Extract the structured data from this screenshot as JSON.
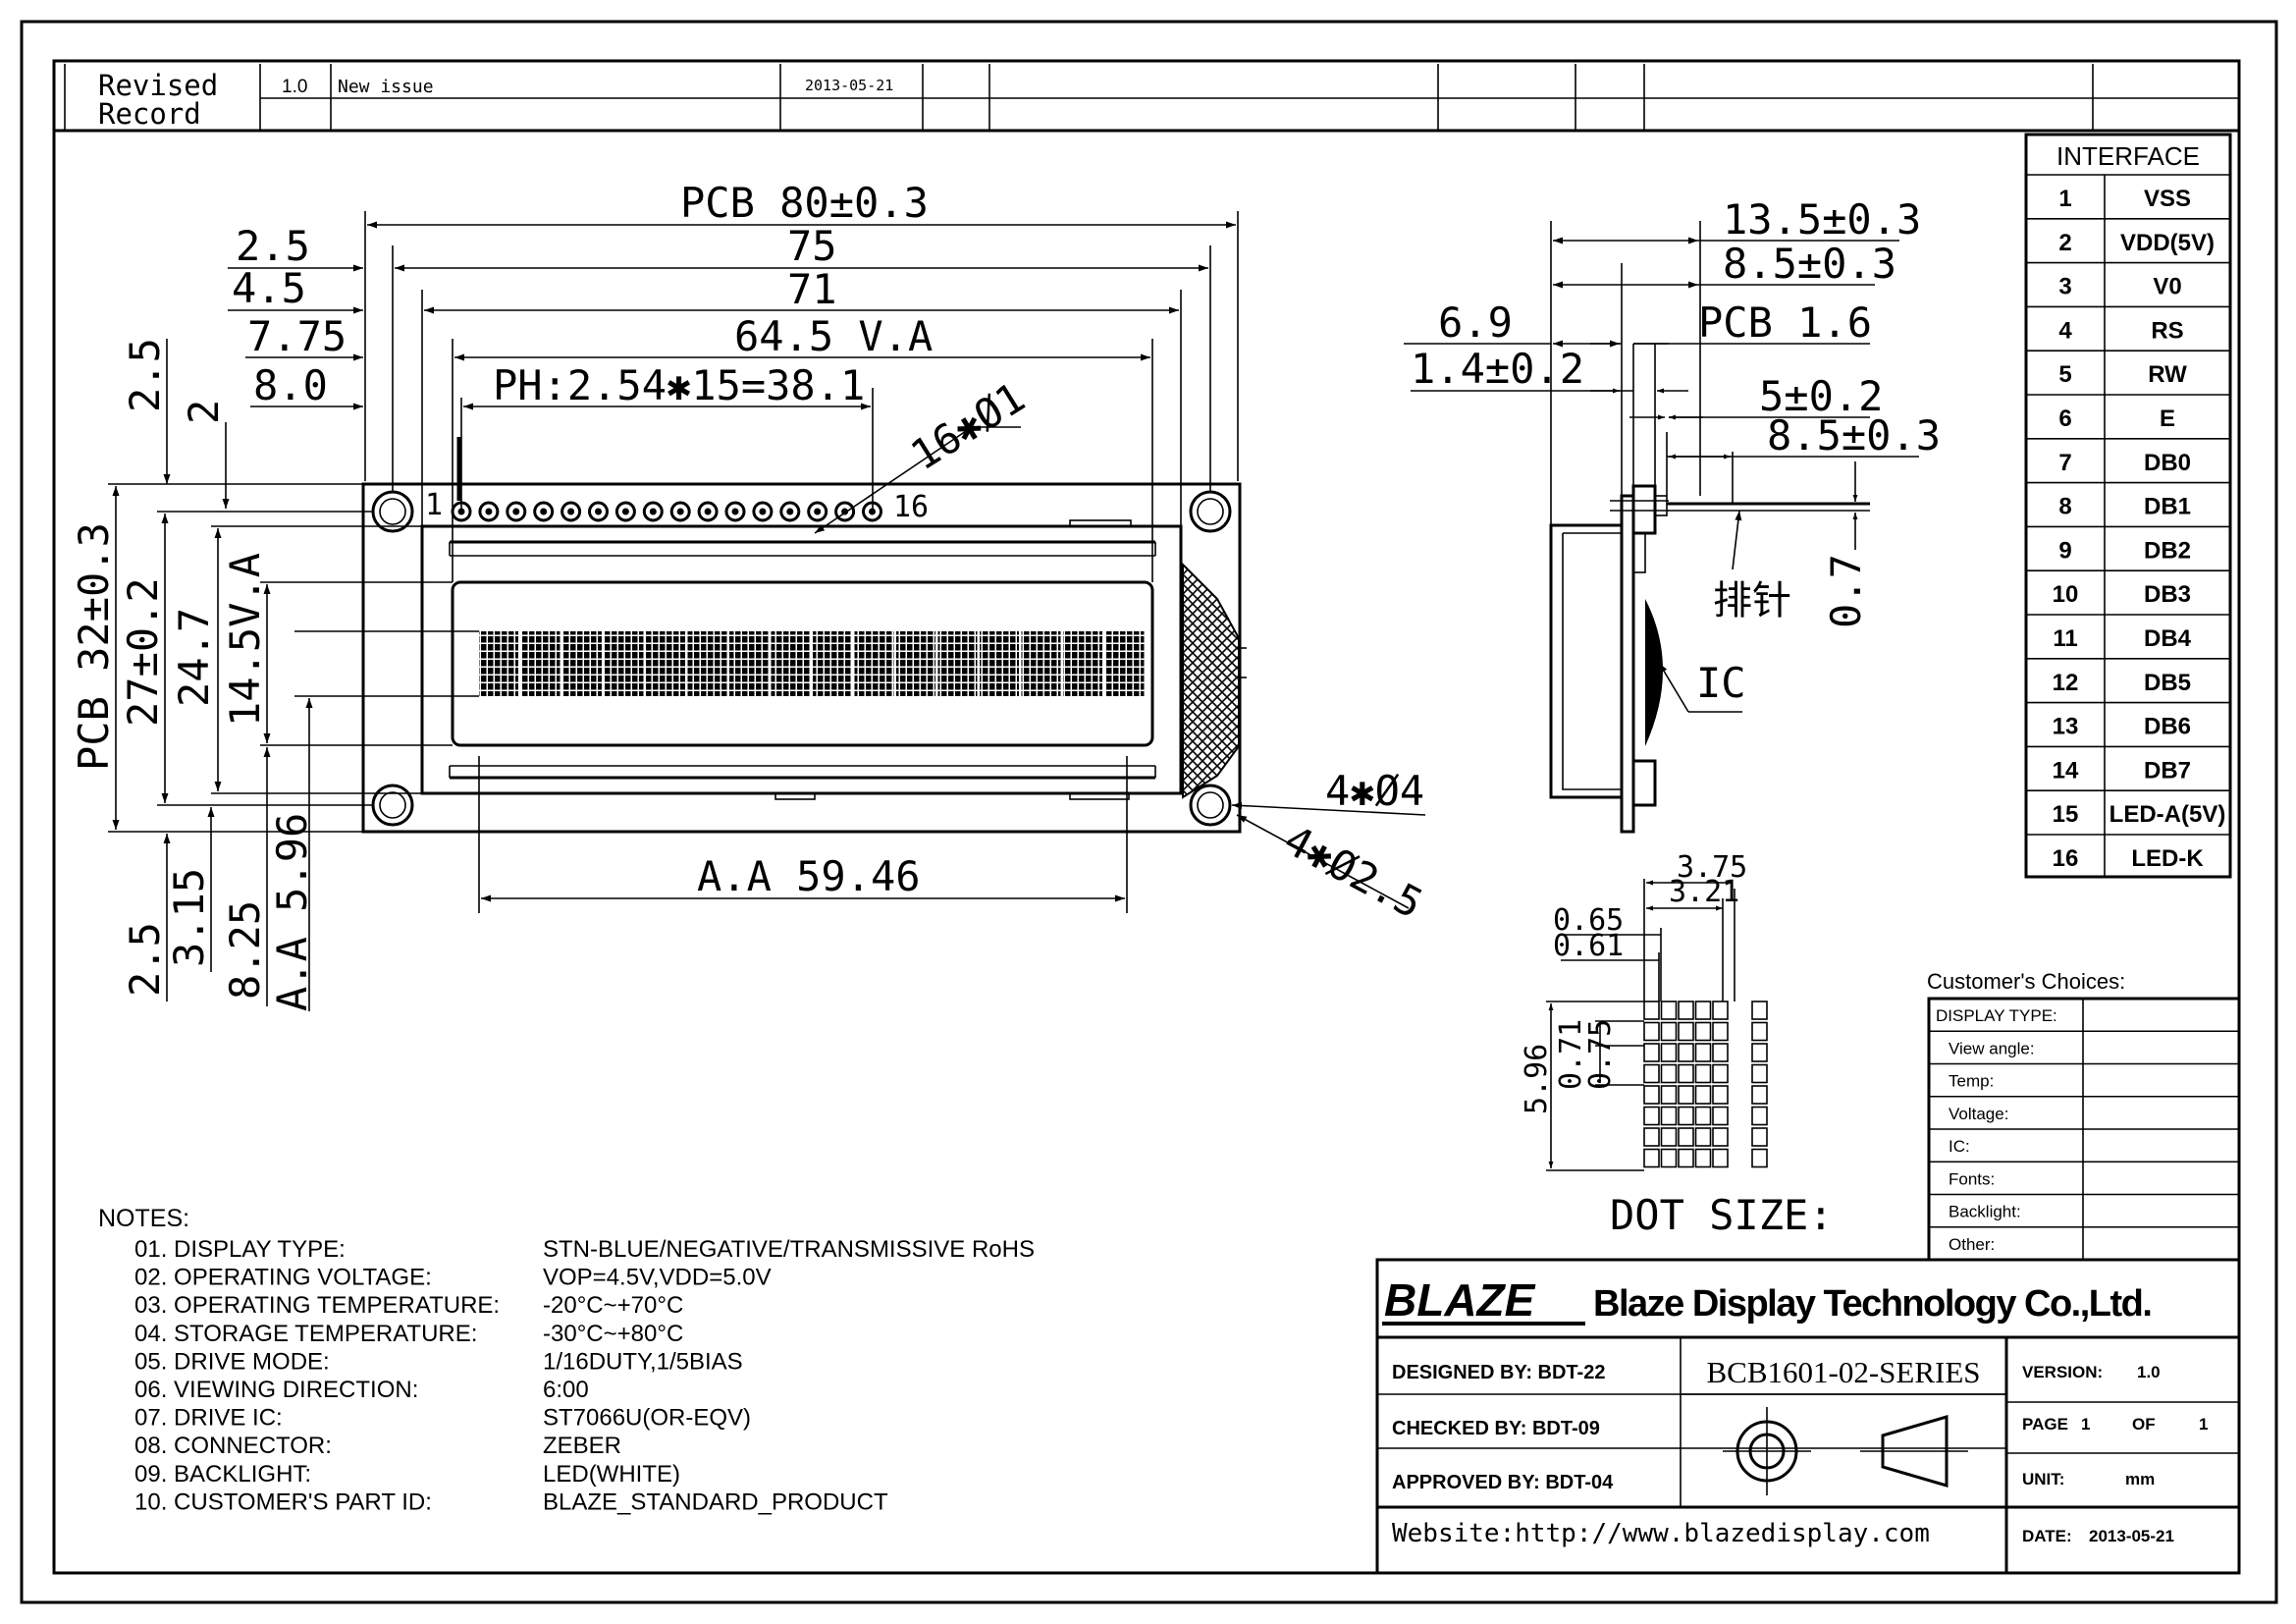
{
  "revision": {
    "header": [
      "Revised",
      "Record"
    ],
    "rows": [
      {
        "version": "1.0",
        "description": "New issue",
        "date": "2013-05-21"
      }
    ]
  },
  "interface": {
    "title": "INTERFACE",
    "pins": [
      {
        "no": "1",
        "name": "VSS"
      },
      {
        "no": "2",
        "name": "VDD(5V)"
      },
      {
        "no": "3",
        "name": "V0"
      },
      {
        "no": "4",
        "name": "RS"
      },
      {
        "no": "5",
        "name": "RW"
      },
      {
        "no": "6",
        "name": "E"
      },
      {
        "no": "7",
        "name": "DB0"
      },
      {
        "no": "8",
        "name": "DB1"
      },
      {
        "no": "9",
        "name": "DB2"
      },
      {
        "no": "10",
        "name": "DB3"
      },
      {
        "no": "11",
        "name": "DB4"
      },
      {
        "no": "12",
        "name": "DB5"
      },
      {
        "no": "13",
        "name": "DB6"
      },
      {
        "no": "14",
        "name": "DB7"
      },
      {
        "no": "15",
        "name": "LED-A(5V)"
      },
      {
        "no": "16",
        "name": "LED-K"
      }
    ]
  },
  "front_dims": {
    "pcb_w": "PCB 80±0.3",
    "w75": "75",
    "w71": "71",
    "va": "64.5 V.A",
    "ph": "PH:2.54✱15=38.1",
    "d25": "2.5",
    "d45": "4.5",
    "d775": "7.75",
    "d80": "8.0",
    "holes_small": "16✱Ø1",
    "pin1": "1",
    "pin16": "16",
    "v25": "2.5",
    "v2": "2",
    "pcb_h": "PCB 32±0.3",
    "h27": "27±0.2",
    "h247": "24.7",
    "va_h": "14.5V.A",
    "b25": "2.5",
    "b315": "3.15",
    "b825": "8.25",
    "aa596": "A.A 5.96",
    "aa_w": "A.A 59.46",
    "holes4": "4✱Ø4",
    "holes25": "4✱Ø2.5"
  },
  "side_dims": {
    "t135": "13.5±0.3",
    "t85": "8.5±0.3",
    "t69": "6.9",
    "pcb16": "PCB 1.6",
    "t14": "1.4±0.2",
    "t5": "5±0.2",
    "t85b": "8.5±0.3",
    "pin_header": "排针",
    "t07": "0.7",
    "ic": "IC"
  },
  "dot": {
    "w375": "3.75",
    "w321": "3.21",
    "w065": "0.65",
    "w061": "0.61",
    "h596": "5.96",
    "h071": "0.71",
    "h075": "0.75",
    "title": "DOT SIZE:"
  },
  "customer": {
    "title": "Customer's Choices:",
    "rows": [
      "DISPLAY TYPE:",
      "View angle:",
      "Temp:",
      "Voltage:",
      "IC:",
      "Fonts:",
      "Backlight:",
      "Other:"
    ]
  },
  "notes": {
    "title": "NOTES:",
    "items": [
      {
        "label": "01.  DISPLAY TYPE:",
        "value": "STN-BLUE/NEGATIVE/TRANSMISSIVE RoHS"
      },
      {
        "label": "02.  OPERATING VOLTAGE:",
        "value": "VOP=4.5V,VDD=5.0V"
      },
      {
        "label": "03.  OPERATING TEMPERATURE:",
        "value": "-20°C~+70°C"
      },
      {
        "label": "04.  STORAGE TEMPERATURE:",
        "value": "-30°C~+80°C"
      },
      {
        "label": "05.  DRIVE MODE:",
        "value": "1/16DUTY,1/5BIAS"
      },
      {
        "label": "06.  VIEWING DIRECTION:",
        "value": "6:00"
      },
      {
        "label": "07.  DRIVE IC:",
        "value": "ST7066U(OR-EQV)"
      },
      {
        "label": "08.  CONNECTOR:",
        "value": "ZEBER"
      },
      {
        "label": "09.  BACKLIGHT:",
        "value": "LED(WHITE)"
      },
      {
        "label": "10.  CUSTOMER'S PART ID:",
        "value": "BLAZE_STANDARD_PRODUCT"
      }
    ]
  },
  "title_block": {
    "logo": "BLAZE",
    "company": "Blaze Display Technology Co.,Ltd.",
    "designed": "DESIGNED BY: BDT-22",
    "checked": "CHECKED BY: BDT-09",
    "approved": "APPROVED BY: BDT-04",
    "part": "BCB1601-02-SERIES",
    "version_label": "VERSION:",
    "version": "1.0",
    "page_label": "PAGE",
    "page": "1",
    "of_label": "OF",
    "pages": "1",
    "unit_label": "UNIT:",
    "unit": "mm",
    "date_label": "DATE:",
    "date": "2013-05-21",
    "website": "Website:http://www.blazedisplay.com"
  }
}
